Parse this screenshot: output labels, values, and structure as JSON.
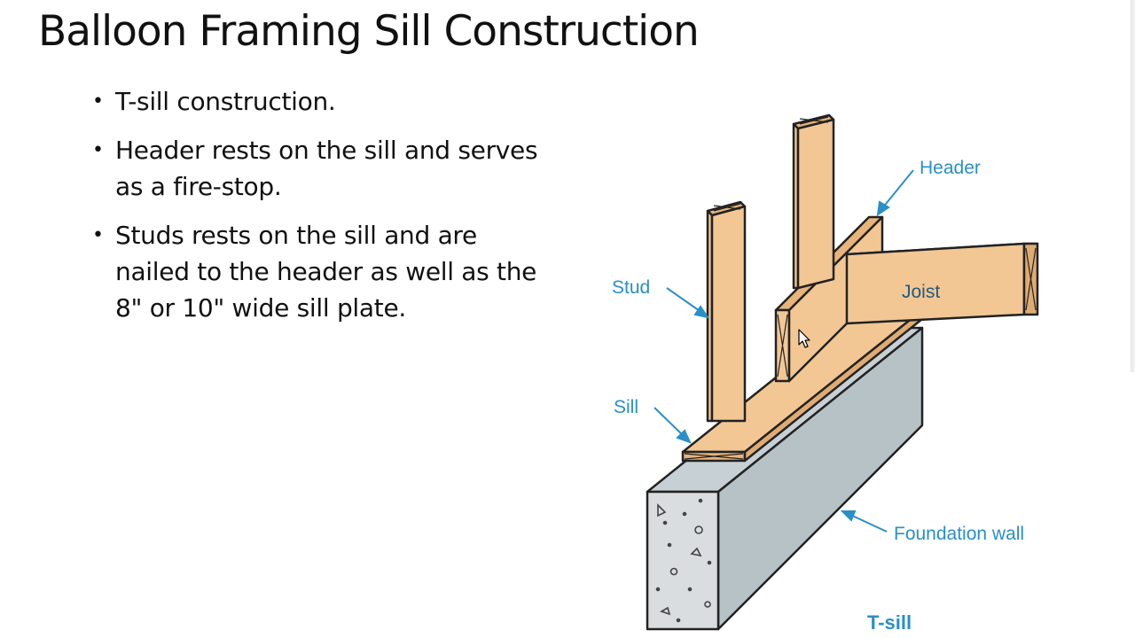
{
  "slide": {
    "title": "Balloon Framing Sill Construction",
    "bullets": [
      "T-sill construction.",
      "Header rests on the sill and serves as a fire-stop.",
      "Studs rests on the sill and are nailed to the header as well as the 8\" or 10\" wide sill plate."
    ]
  },
  "diagram": {
    "labels": {
      "header": "Header",
      "stud": "Stud",
      "joist": "Joist",
      "sill": "Sill",
      "foundation_wall": "Foundation wall",
      "caption": "T-sill"
    }
  },
  "colors": {
    "wood": "#f2c794",
    "wood_dark": "#e0ab72",
    "concrete_side": "#b7c2c7",
    "concrete_face": "#d5dadc",
    "label": "#2a8fc7",
    "text": "#111111"
  },
  "icons": {
    "pointer": "mouse-cursor-icon",
    "bullet": "bullet-dot-icon"
  }
}
